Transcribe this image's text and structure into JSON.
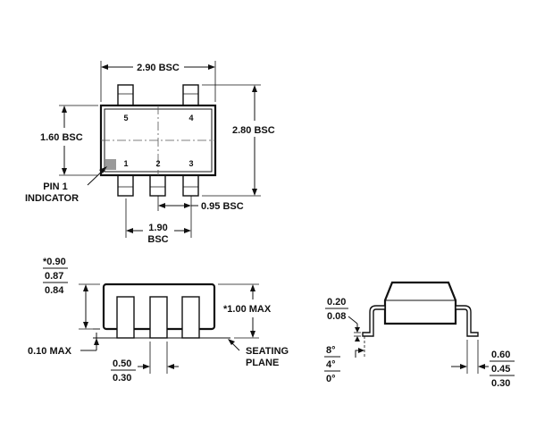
{
  "top_view": {
    "width_label": "2.90 BSC",
    "height_label": "2.80 BSC",
    "body_height_label": "1.60 BSC",
    "pin_pitch_label": "0.95 BSC",
    "lead_span_value": "1.90",
    "lead_span_unit": "BSC",
    "pin1_line1": "PIN 1",
    "pin1_line2": "INDICATOR",
    "pins": {
      "p1": "1",
      "p2": "2",
      "p3": "3",
      "p4": "4",
      "p5": "5"
    }
  },
  "side_view": {
    "height_star": "*0.90",
    "height_nom": "0.87",
    "height_min": "0.84",
    "max_height_label": "*1.00 MAX",
    "standoff_label": "0.10 MAX",
    "seating_line1": "SEATING",
    "seating_line2": "PLANE",
    "lead_width_max": "0.50",
    "lead_width_min": "0.30"
  },
  "end_view": {
    "thickness_max": "0.20",
    "thickness_min": "0.08",
    "angle_max": "8°",
    "angle_nom": "4°",
    "angle_min": "0°",
    "foot_max": "0.60",
    "foot_nom": "0.45",
    "foot_min": "0.30"
  }
}
